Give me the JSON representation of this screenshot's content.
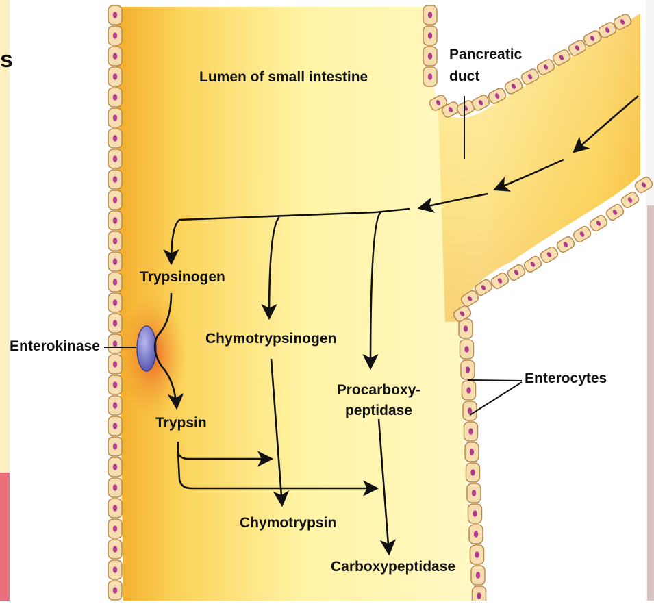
{
  "slide_fragment": {
    "text": "s"
  },
  "labels": {
    "lumen": "Lumen of small intestine",
    "pancreatic_duct_line1": "Pancreatic",
    "pancreatic_duct_line2": "duct",
    "trypsinogen": "Trypsinogen",
    "enterokinase": "Enterokinase",
    "chymotrypsinogen": "Chymotrypsinogen",
    "procarboxy_line1": "Procarboxy-",
    "procarboxy_line2": "peptidase",
    "trypsin": "Trypsin",
    "chymotrypsin": "Chymotrypsin",
    "carboxypeptidase": "Carboxypeptidase",
    "enterocytes": "Enterocytes"
  },
  "colors": {
    "lumen_light": "#fff6b0",
    "lumen_dark": "#f6b93a",
    "cell_fill": "#f7deb0",
    "cell_border": "#b88a4a",
    "nucleus": "#b23a8a",
    "enterokinase": "#7777cc",
    "arrow": "#111111",
    "slide_bg": "#fdf0c0",
    "slide_pink": "#e9707a"
  }
}
